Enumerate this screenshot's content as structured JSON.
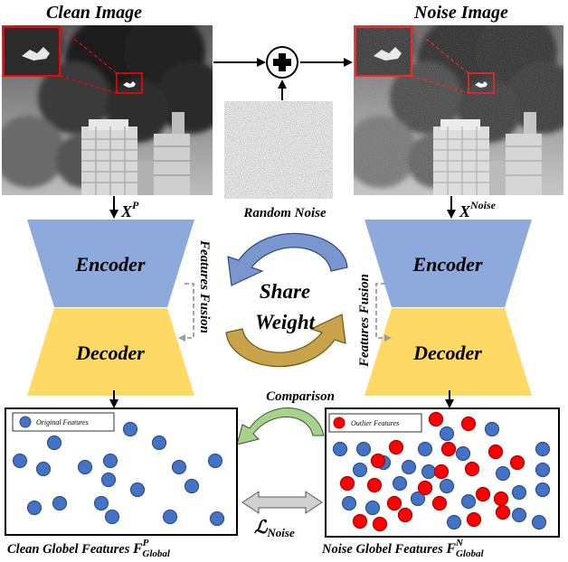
{
  "titles": {
    "clean_image": "Clean Image",
    "noise_image": "Noise Image",
    "random_noise": "Random Noise"
  },
  "symbols": {
    "x_base": "X",
    "x_clean_sup": "P",
    "x_noise_sup": "Noise",
    "loss_base": "ℒ",
    "loss_sub": "Noise",
    "f_base": "F",
    "f_clean_sup": "P",
    "f_noise_sup": "N",
    "f_sub": "Global"
  },
  "blocks": {
    "encoder": "Encoder",
    "decoder": "Decoder",
    "features_fusion": "Features Fusion",
    "share": "Share",
    "weight": "Weight",
    "comparison": "Comparison"
  },
  "legends": {
    "original": "Original Features",
    "outlier": "Outlier Features"
  },
  "captions": {
    "clean_features": "Clean Globel Features ",
    "noise_features": "Noise Globel Features "
  },
  "colors": {
    "encoder": "#8EA9DB",
    "decoder": "#FFD966",
    "original_dot": "#4472C4",
    "outlier_dot": "#FF0000",
    "arrow_blue": "#6E8DC8",
    "arrow_gold": "#C9A34A",
    "arrow_green": "#A9D18E"
  }
}
